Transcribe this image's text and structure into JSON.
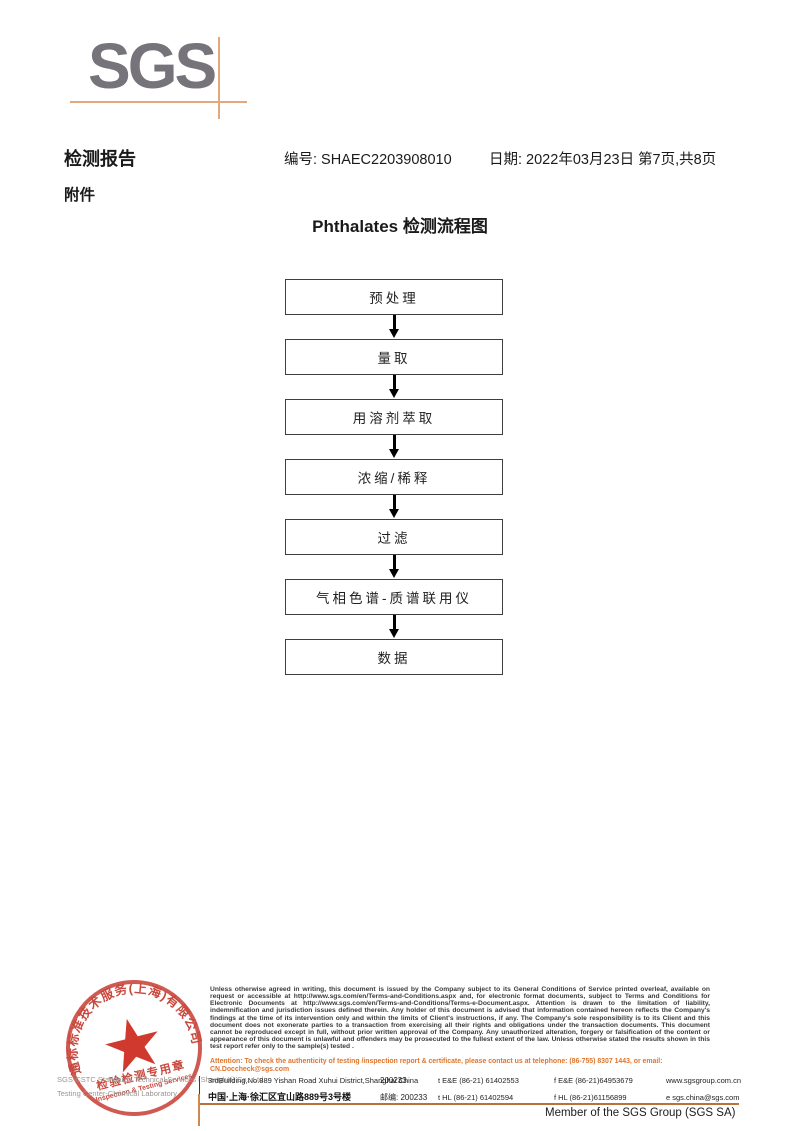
{
  "logo": {
    "text": "SGS"
  },
  "header": {
    "report_title": "检测报告",
    "report_no": "编号: SHAEC2203908010",
    "date": "日期: 2022年03月23日",
    "page_info": "第7页,共8页",
    "attachment": "附件"
  },
  "flowchart": {
    "title": "Phthalates 检测流程图",
    "steps": [
      "预处理",
      "量取",
      "用溶剂萃取",
      "浓缩/稀释",
      "过滤",
      "气相色谱-质谱联用仪",
      "数据"
    ]
  },
  "stamp": {
    "arc_text": "通标标准技术服务(上海)有限公司",
    "line1": "检验检测专用章",
    "line2": "Inspection & Testing Services",
    "color": "#c5392e"
  },
  "company": {
    "line1": "SGS-CSTC Standards Technical Services (Shanghai) Co., Ltd.",
    "line2": "Testing Center-Chemical Laboratory"
  },
  "footer": {
    "disclaimer": "Unless otherwise agreed in writing, this document is issued by the Company subject to its General Conditions of Service printed overleaf, available on request or accessible at http://www.sgs.com/en/Terms-and-Conditions.aspx and, for electronic format documents, subject to Terms and Conditions for Electronic Documents at http://www.sgs.com/en/Terms-and-Conditions/Terms-e-Document.aspx. Attention is drawn to the limitation of liability, indemnification and jurisdiction issues defined therein. Any holder of this document is advised that information contained hereon reflects the Company's findings at the time of its intervention only and within the limits of Client's instructions, if any. The Company's sole responsibility is to its Client and this document does not exonerate parties to a transaction from exercising all their rights and obligations under the transaction documents. This document cannot be reproduced except in full, without prior written approval of the Company. Any unauthorized alteration, forgery or falsification of the content or appearance of this document is unlawful and offenders may be prosecuted to the fullest extent of the law. Unless otherwise stated the results shown in this test report refer only to the sample(s) tested .",
    "attention": "Attention: To check the authenticity of testing /inspection report & certificate, please contact us at telephone: (86-755) 8307 1443, or email: CN.Doccheck@sgs.com",
    "address_en": "3rdBuilding,No.889 Yishan Road Xuhui District,Shanghai China",
    "postcode_en": "200233",
    "tel1": "t E&E (86-21) 61402553",
    "fax1": "f E&E (86-21)64953679",
    "web": "www.sgsgroup.com.cn",
    "address_cn": "中国·上海·徐汇区宜山路889号3号楼",
    "postcode_cn": "邮编: 200233",
    "tel2": "t HL (86-21) 61402594",
    "fax2": "f HL (86-21)61156899",
    "email": "e  sgs.china@sgs.com",
    "member": "Member of the SGS Group (SGS SA)"
  }
}
